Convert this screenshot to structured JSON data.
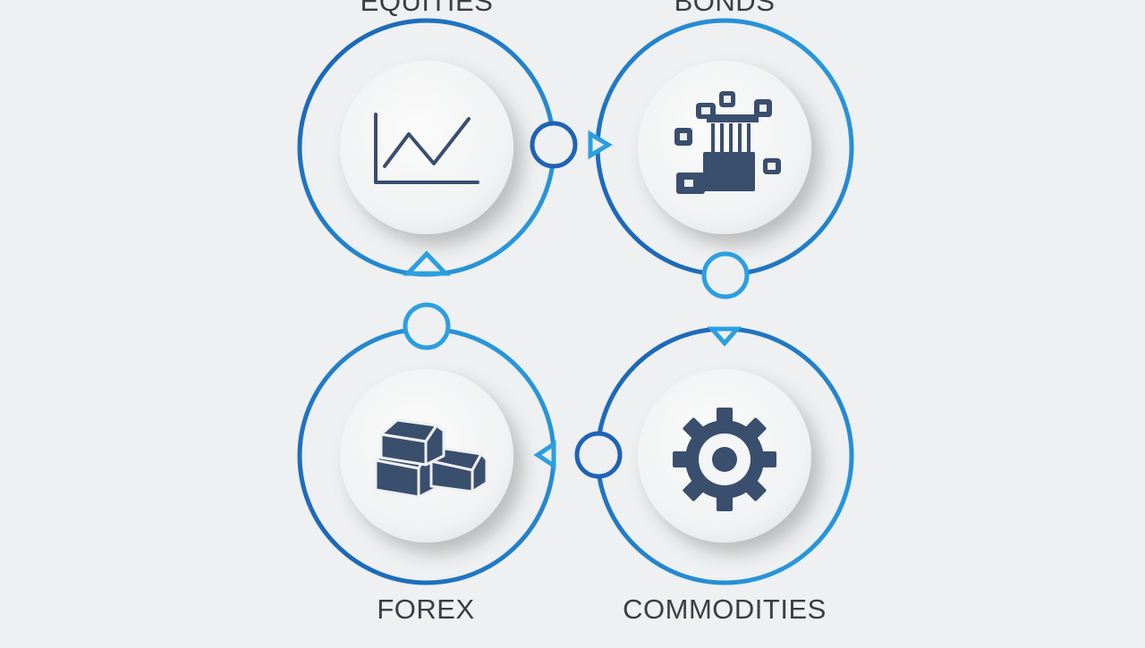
{
  "diagram": {
    "nodes": [
      {
        "id": "equities",
        "label": "EQUITIES",
        "icon": "line-chart-icon"
      },
      {
        "id": "bonds",
        "label": "BONDS",
        "icon": "classical-building-icon"
      },
      {
        "id": "forex",
        "label": "FOREX",
        "icon": "gold-bars-icon"
      },
      {
        "id": "commodities",
        "label": "COMMODITIES",
        "icon": "gear-icon"
      }
    ],
    "colors": {
      "ring_dark": "#1f63b5",
      "ring_light": "#2b9fe0",
      "icon": "#3a4e6e",
      "background": "#eef0f1",
      "label": "#3a3d44"
    }
  }
}
